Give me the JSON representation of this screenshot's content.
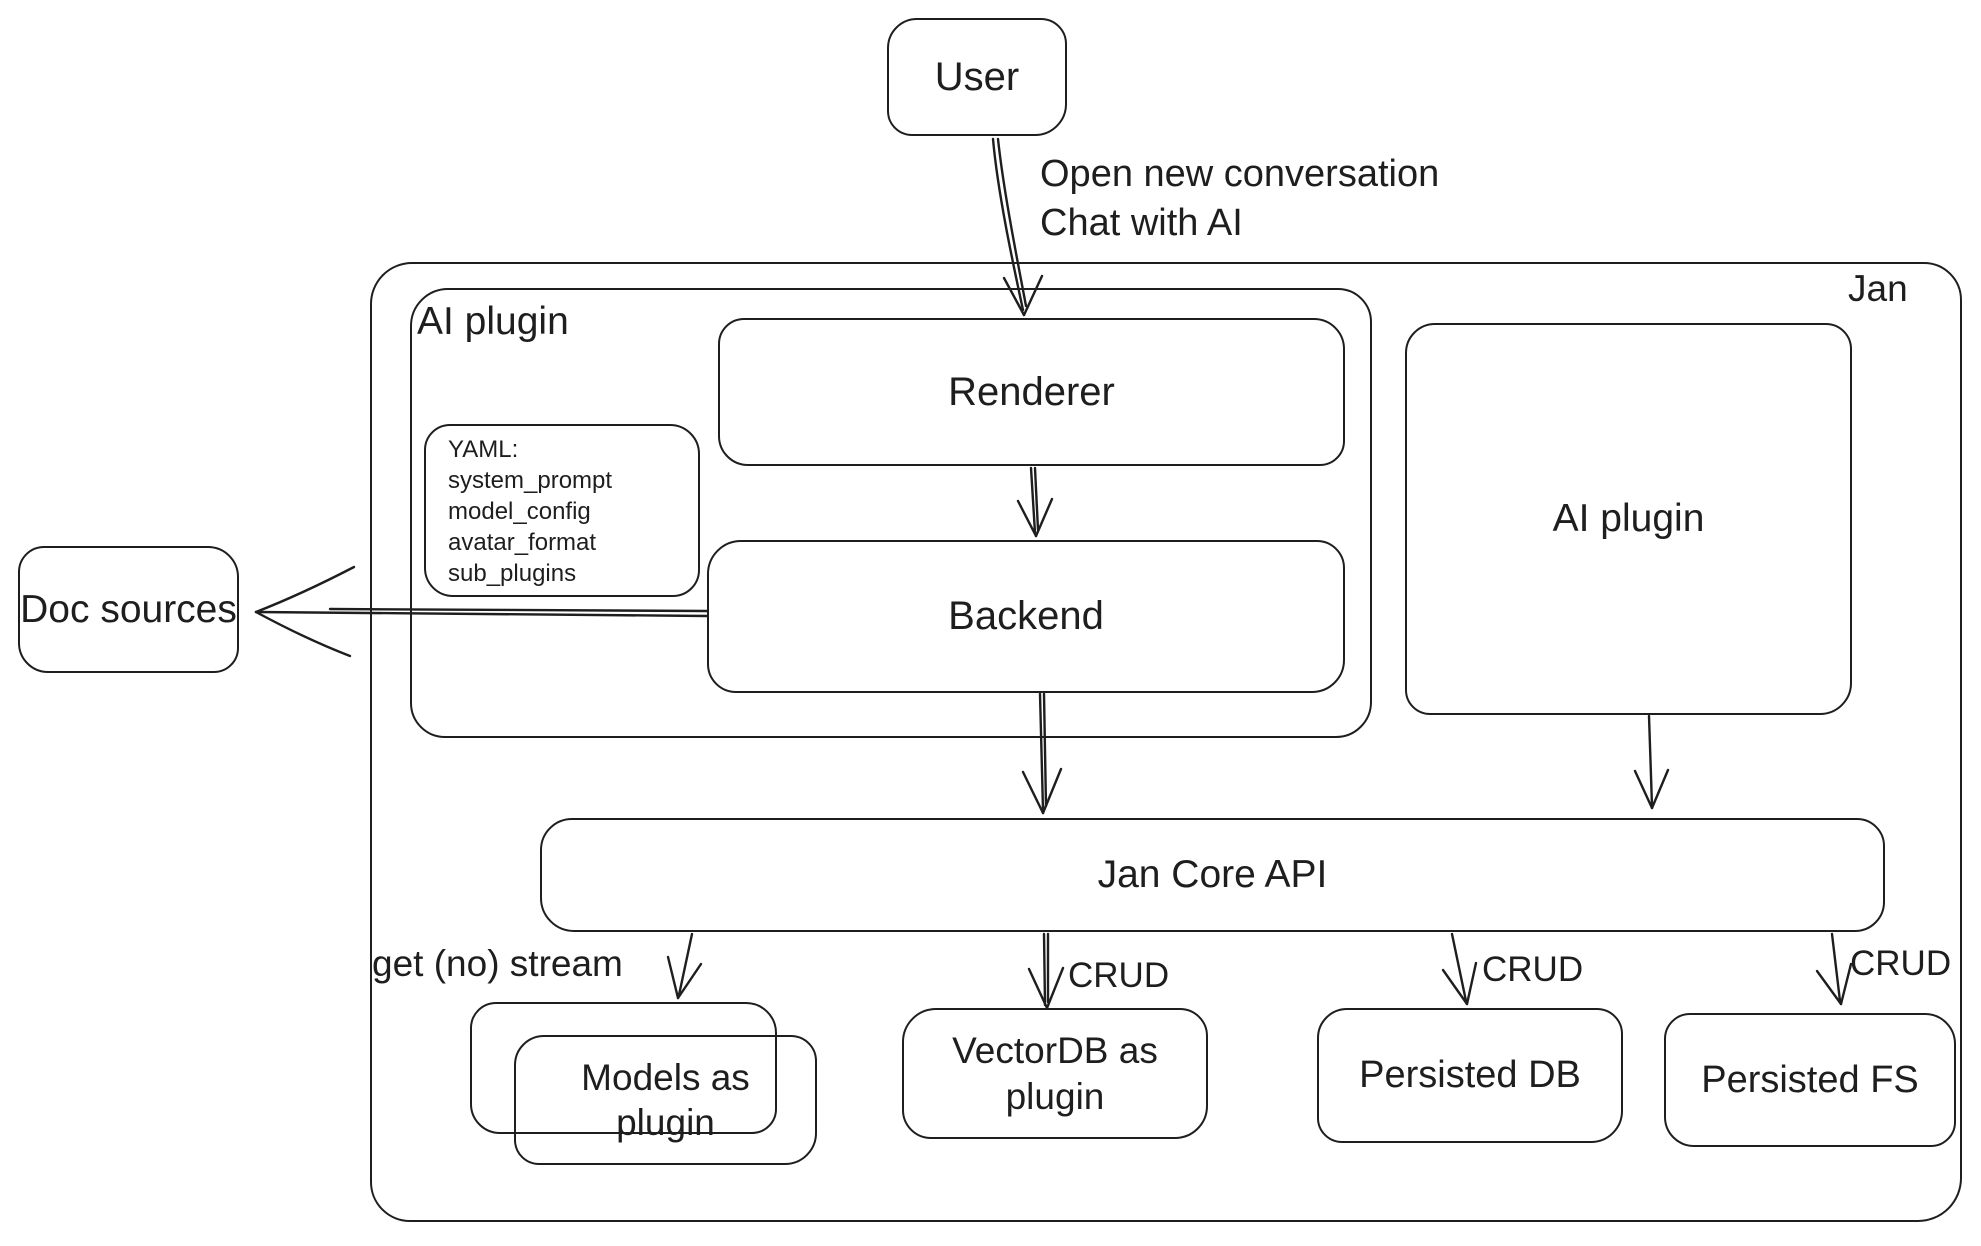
{
  "colors": {
    "stroke": "#1e1e1e",
    "background": "#ffffff"
  },
  "nodes": {
    "user": {
      "label": "User"
    },
    "jan_container": {
      "label": "Jan"
    },
    "ai_plugin_left": {
      "label": "AI plugin"
    },
    "renderer": {
      "label": "Renderer"
    },
    "yaml_note": {
      "lines": [
        "YAML:",
        "system_prompt",
        "model_config",
        "avatar_format",
        "sub_plugins"
      ]
    },
    "backend": {
      "label": "Backend"
    },
    "ai_plugin_right": {
      "label": "AI plugin"
    },
    "doc_sources": {
      "label": "Doc sources"
    },
    "jan_core_api": {
      "label": "Jan Core API"
    },
    "models_as_plugin": {
      "lines": [
        "Models as",
        "plugin"
      ]
    },
    "vectordb_as_plugin": {
      "lines": [
        "VectorDB as",
        "plugin"
      ]
    },
    "persisted_db": {
      "label": "Persisted DB"
    },
    "persisted_fs": {
      "label": "Persisted FS"
    }
  },
  "edge_labels": {
    "user_action": {
      "lines": [
        "Open new conversation",
        "Chat with AI"
      ]
    },
    "get_no_stream": "get (no) stream",
    "crud_vectordb": "CRUD",
    "crud_persisted_db": "CRUD",
    "crud_persisted_fs": "CRUD"
  }
}
